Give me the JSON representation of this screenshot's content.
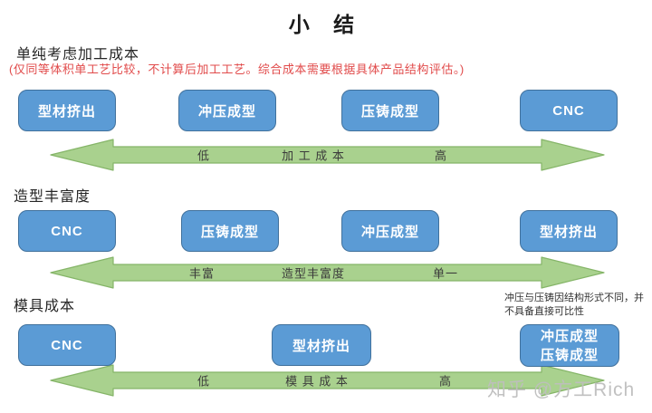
{
  "title": "小 结",
  "colors": {
    "box_fill": "#5b9bd5",
    "box_border": "#41719c",
    "arrow_fill": "#a9d18e",
    "arrow_border": "#85b568",
    "note_red": "#e14b4b"
  },
  "sections": [
    {
      "heading": "单纯考虑加工成本",
      "note": "(仅同等体积单工艺比较，不计算后加工工艺。综合成本需要根据具体产品结构评估。)",
      "boxes": [
        "型材挤出",
        "冲压成型",
        "压铸成型",
        "CNC"
      ],
      "axis": {
        "left": "低",
        "center": "加 工 成 本",
        "right": "高"
      }
    },
    {
      "heading": "造型丰富度",
      "boxes": [
        "CNC",
        "压铸成型",
        "冲压成型",
        "型材挤出"
      ],
      "axis": {
        "left": "丰富",
        "center": "造型丰富度",
        "right": "单一"
      }
    },
    {
      "heading": "模具成本",
      "side_note": "冲压与压铸因结构形式不同，并不具备直接可比性",
      "boxes": [
        "CNC",
        "型材挤出"
      ],
      "combined_box": {
        "line1": "冲压成型",
        "line2": "压铸成型"
      },
      "axis": {
        "left": "低",
        "center": "模 具 成 本",
        "right": "高"
      }
    }
  ],
  "watermark": "知乎 @方工Rich"
}
